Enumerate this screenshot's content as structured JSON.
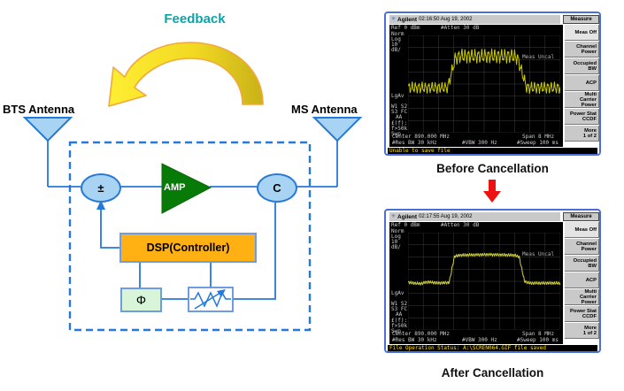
{
  "diagram": {
    "feedback_label": "Feedback",
    "bts_antenna_label": "BTS Antenna",
    "ms_antenna_label": "MS Antenna",
    "summer_label": "±",
    "amp_label": "AMP",
    "coupler_label": "C",
    "dsp_label": "DSP(Controller)",
    "phase_shifter_label": "Φ",
    "colors": {
      "line_blue": "#2579d8",
      "fill_lightblue": "#a9d3f2",
      "amp_green": "#087a08",
      "dsp_orange": "#ffb012",
      "phase_green": "#d9f5d9",
      "feedback_teal": "#09a4a8",
      "arrow_yellow": "#ffe12b",
      "arrow_yellow_dark": "#c9b118",
      "arrow_outline": "#f0a93c",
      "red_arrow": "#ee1111"
    }
  },
  "analyzers": [
    {
      "brand": "Agilent",
      "datetime": "02:16:50  Aug 19, 2002",
      "ref": "Ref 0 dBm",
      "atten": "#Atten 30 dB",
      "meas_uncal": "Meas Uncal",
      "left_col_1": "Norm",
      "left_col_2": "Log",
      "left_col_3": "10",
      "left_col_4": "dB/",
      "avg_label": "LgAv",
      "lower_1": "W1 S2",
      "lower_2": "S3 FC",
      "lower_3": "AA",
      "lower_4": "£(f):",
      "lower_5": "f>50k",
      "lower_6": "Swp",
      "center_freq": "Center 890.000 MHz",
      "span": "Span 8 MHz",
      "rbw": "#Res BW 30 kHz",
      "vbw": "#VBW 300 Hz",
      "sweep": "#Sweep 100 ms",
      "status": "Unable to save file",
      "caption": "Before Cancellation",
      "menu": {
        "header": "Measure",
        "buttons": [
          "Meas Off",
          "Channel Power",
          "Occupied BW",
          "ACP",
          "Multi Carrier\nPower",
          "Power Stat\nCCDF",
          "More\n1 of 2"
        ]
      }
    },
    {
      "brand": "Agilent",
      "datetime": "02:17:55  Aug 19, 2002",
      "ref": "Ref 0 dBm",
      "atten": "#Atten 30 dB",
      "meas_uncal": "Meas Uncal",
      "left_col_1": "Norm",
      "left_col_2": "Log",
      "left_col_3": "10",
      "left_col_4": "dB/",
      "avg_label": "LgAv",
      "lower_1": "W1 S2",
      "lower_2": "S3 FC",
      "lower_3": "AA",
      "lower_4": "£(f):",
      "lower_5": "f>50k",
      "lower_6": "Swp",
      "center_freq": "Center 890.000 MHz",
      "span": "Span 8 MHz",
      "rbw": "#Res BW 30 kHz",
      "vbw": "#VBW 300 Hz",
      "sweep": "#Sweep 100 ms",
      "status": "File Operation Status: A:\\SCREN064.GIF file saved",
      "caption": "After Cancellation",
      "menu": {
        "header": "Measure",
        "buttons": [
          "Meas Off",
          "Channel Power",
          "Occupied BW",
          "ACP",
          "Multi Carrier\nPower",
          "Power Stat\nCCDF",
          "More\n1 of 2"
        ]
      }
    }
  ],
  "chart_data": [
    {
      "type": "line",
      "title": "Before Cancellation",
      "xlabel": "Center 890.000 MHz, Span 8 MHz (10 divisions)",
      "ylabel": "Ref 0 dBm, Log 10 dB/div (8 divisions)",
      "ylim_dbm": [
        -80,
        0
      ],
      "grid": [
        10,
        8
      ],
      "series": [
        {
          "name": "spectrum trace (heavy feedback ripple)",
          "color": "#c8c800",
          "ripple_cycles": 46,
          "envelope_dbm": [
            [
              0,
              -43
            ],
            [
              0.26,
              -43
            ],
            [
              0.31,
              -19
            ],
            [
              0.34,
              -17
            ],
            [
              0.69,
              -17
            ],
            [
              0.72,
              -19
            ],
            [
              0.78,
              -43
            ],
            [
              1,
              -43
            ]
          ],
          "ripple_db": [
            [
              0,
              3.4
            ],
            [
              0.26,
              3.2
            ],
            [
              0.32,
              4.2
            ],
            [
              0.7,
              4.2
            ],
            [
              0.78,
              3.4
            ],
            [
              1,
              3.4
            ]
          ]
        }
      ]
    },
    {
      "type": "line",
      "title": "After Cancellation",
      "xlabel": "Center 890.000 MHz, Span 8 MHz (10 divisions)",
      "ylabel": "Ref 0 dBm, Log 10 dB/div (8 divisions)",
      "ylim_dbm": [
        -80,
        0
      ],
      "grid": [
        10,
        8
      ],
      "series": [
        {
          "name": "spectrum trace (ripple cancelled)",
          "color": "#d2d23c",
          "ripple_cycles": 70,
          "envelope_dbm": [
            [
              0,
              -41
            ],
            [
              0.08,
              -42
            ],
            [
              0.13,
              -40.5
            ],
            [
              0.2,
              -41.5
            ],
            [
              0.27,
              -41
            ],
            [
              0.305,
              -19.5
            ],
            [
              0.34,
              -18.5
            ],
            [
              0.52,
              -18
            ],
            [
              0.7,
              -18.5
            ],
            [
              0.73,
              -20
            ],
            [
              0.765,
              -40
            ],
            [
              0.8,
              -41.5
            ],
            [
              1,
              -41.5
            ]
          ],
          "ripple_db": [
            [
              0,
              0.9
            ],
            [
              1,
              0.9
            ]
          ]
        }
      ]
    }
  ]
}
